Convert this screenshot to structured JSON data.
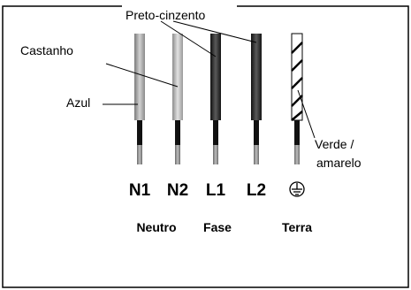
{
  "labels": {
    "preto_cinzento": "Preto-cinzento",
    "castanho": "Castanho",
    "azul": "Azul",
    "verde_line1": "Verde /",
    "verde_line2": "amarelo"
  },
  "terminals": [
    {
      "code": "N1"
    },
    {
      "code": "N2"
    },
    {
      "code": "L1"
    },
    {
      "code": "L2"
    },
    {
      "code": "⏚"
    }
  ],
  "groups": {
    "neutro": "Neutro",
    "fase": "Fase",
    "terra": "Terra"
  },
  "colors": {
    "azul_wire": "#b0b0b0",
    "castanho_wire": "#c4c4c4",
    "preto_wire": "#2a2a2a",
    "core": "#111111"
  }
}
